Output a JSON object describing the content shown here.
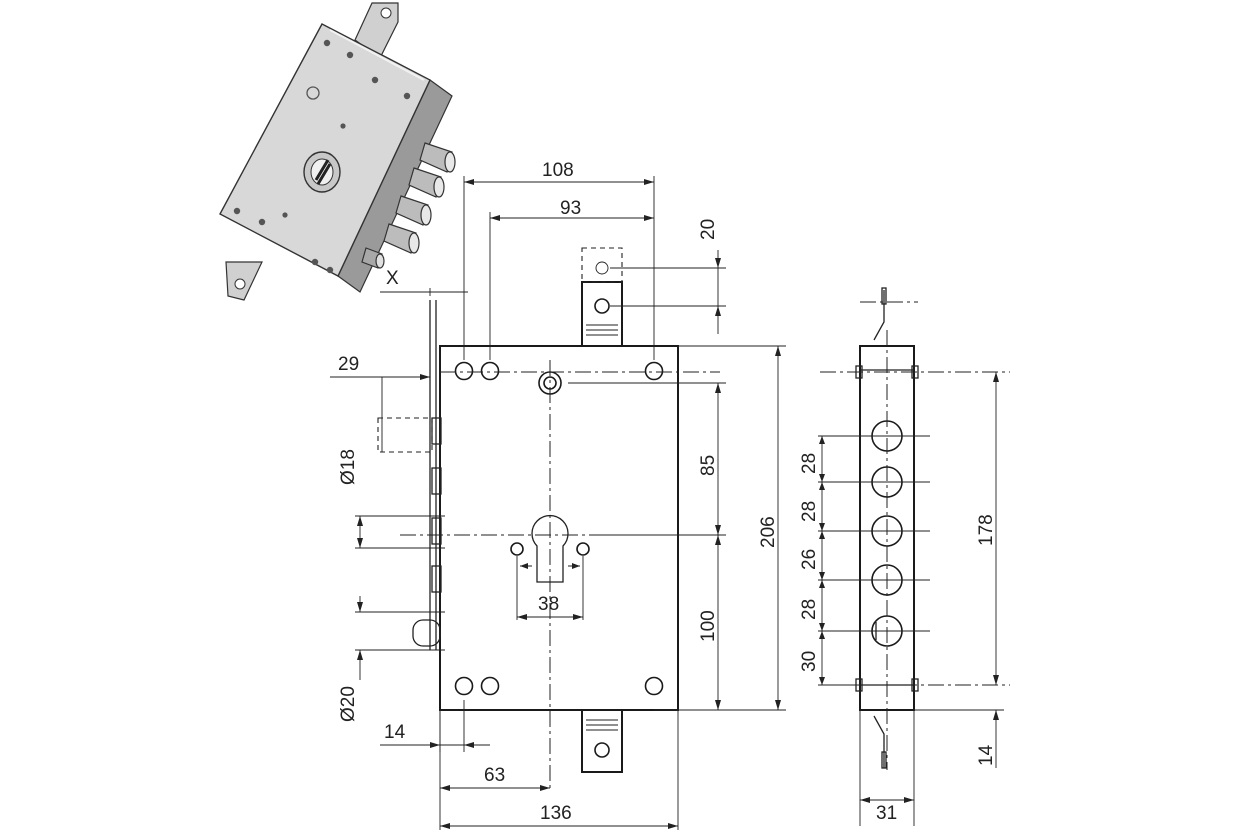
{
  "labels": {
    "marker_x": "X",
    "width_overall": "136",
    "width_to_keyhole": "63",
    "backset_edge": "14",
    "top_holes_outer": "108",
    "top_holes_inner": "93",
    "tab_offset": "20",
    "bolt_projection": "29",
    "bolt_diameter": "Ø18",
    "latch_diameter": "Ø20",
    "keyhole_spacing": "38",
    "upper_to_key": "85",
    "lower_to_key": "100",
    "height_overall": "206",
    "bolt_pitch_1": "28",
    "bolt_pitch_2": "28",
    "bolt_pitch_3": "26",
    "bolt_pitch_4": "28",
    "bolt_pitch_5": "30",
    "bolt_span": "178",
    "side_bottom": "14",
    "side_width": "31"
  },
  "colors": {
    "line": "#222222",
    "housing_light": "#dcdcdc",
    "housing_mid": "#b9b9b9",
    "housing_dark": "#8a8a8a"
  }
}
